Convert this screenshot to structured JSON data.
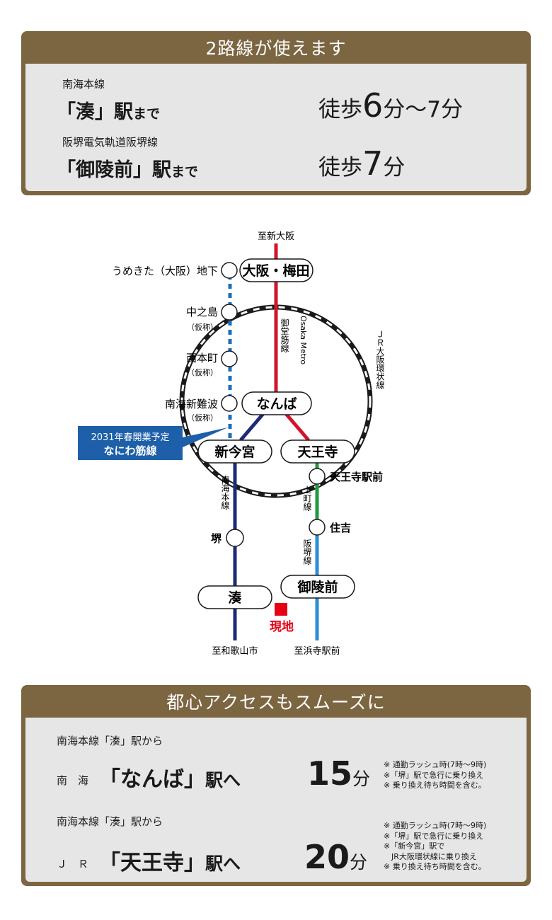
{
  "top": {
    "header": "2路線が使えます",
    "row1": {
      "line": "南海本線",
      "station_open": "「",
      "station": "湊",
      "station_close": "」",
      "suffix_eki": "駅",
      "suffix_made": "まで",
      "walk_prefix": "徒歩",
      "walk_min": "6",
      "walk_mid": "分〜",
      "walk_max": "7",
      "walk_unit": "分"
    },
    "row2": {
      "line": "阪堺電気軌道阪堺線",
      "station_open": "「",
      "station": "御陵前",
      "station_close": "」",
      "suffix_eki": "駅",
      "suffix_made": "まで",
      "walk_prefix": "徒歩",
      "walk_min": "7",
      "walk_unit": "分"
    }
  },
  "map": {
    "to_shin_osaka": "至新大阪",
    "umekita": "うめきた（大阪）地下",
    "osaka_umeda": "大阪・梅田",
    "nakanoshima": "中之島",
    "nakanoshima_sub": "（仮称）",
    "nishihonmachi": "西本町",
    "nishihonmachi_sub": "（仮称）",
    "nankai_shin_namba": "南海新難波",
    "nankai_shin_namba_sub": "（仮称）",
    "namba": "なんば",
    "midosuji_1": "Osaka Metro",
    "midosuji_2": "御堂筋線",
    "jr_loop_1": "ＪＲ",
    "jr_loop_2": "大阪環状線",
    "naniwa_1": "2031年春開業予定",
    "naniwa_2": "なにわ筋線",
    "shin_imamiya": "新今宮",
    "tennoji": "天王寺",
    "tennoji_ekimae": "天王寺駅前",
    "uemachi": "上町線",
    "sumiyoshi": "住吉",
    "nankai_line": "南海本線",
    "sakai": "堺",
    "hankai": "阪堺線",
    "goryomae": "御陵前",
    "minato": "湊",
    "site": "現地",
    "to_wakayama": "至和歌山市",
    "to_hamadera": "至浜寺駅前"
  },
  "bottom": {
    "header": "都心アクセスもスムーズに",
    "row1": {
      "from": "南海本線「湊」駅から",
      "line": "南　海",
      "dest_open": "「",
      "dest": "なんば",
      "dest_close": "」",
      "dest_suffix": "駅へ",
      "minutes": "15",
      "unit": "分",
      "notes": [
        "※ 通勤ラッシュ時(7時〜9時)",
        "※「堺」駅で急行に乗り換え",
        "※ 乗り換え待ち時間を含む。"
      ]
    },
    "row2": {
      "from": "南海本線「湊」駅から",
      "line": "Ｊ　Ｒ",
      "dest_open": "「",
      "dest": "天王寺",
      "dest_close": "」",
      "dest_suffix": "駅へ",
      "minutes": "20",
      "unit": "分",
      "notes": [
        "※ 通勤ラッシュ時(7時〜9時)",
        "※「堺」駅で急行に乗り換え",
        "※「新今宮」駅で",
        "　JR大阪環状線に乗り換え",
        "※ 乗り換え待ち時間を含む。"
      ]
    }
  },
  "colors": {
    "brown": "#7c6541",
    "panel_bg": "#e6e6e6",
    "midosuji": "#d2142a",
    "nankai": "#1e2a78",
    "naniwa": "#1a6fbe",
    "uemachi": "#1f9a3e",
    "hankai": "#2a8fd6",
    "site": "#e60012",
    "callout": "#1d5fa8"
  }
}
